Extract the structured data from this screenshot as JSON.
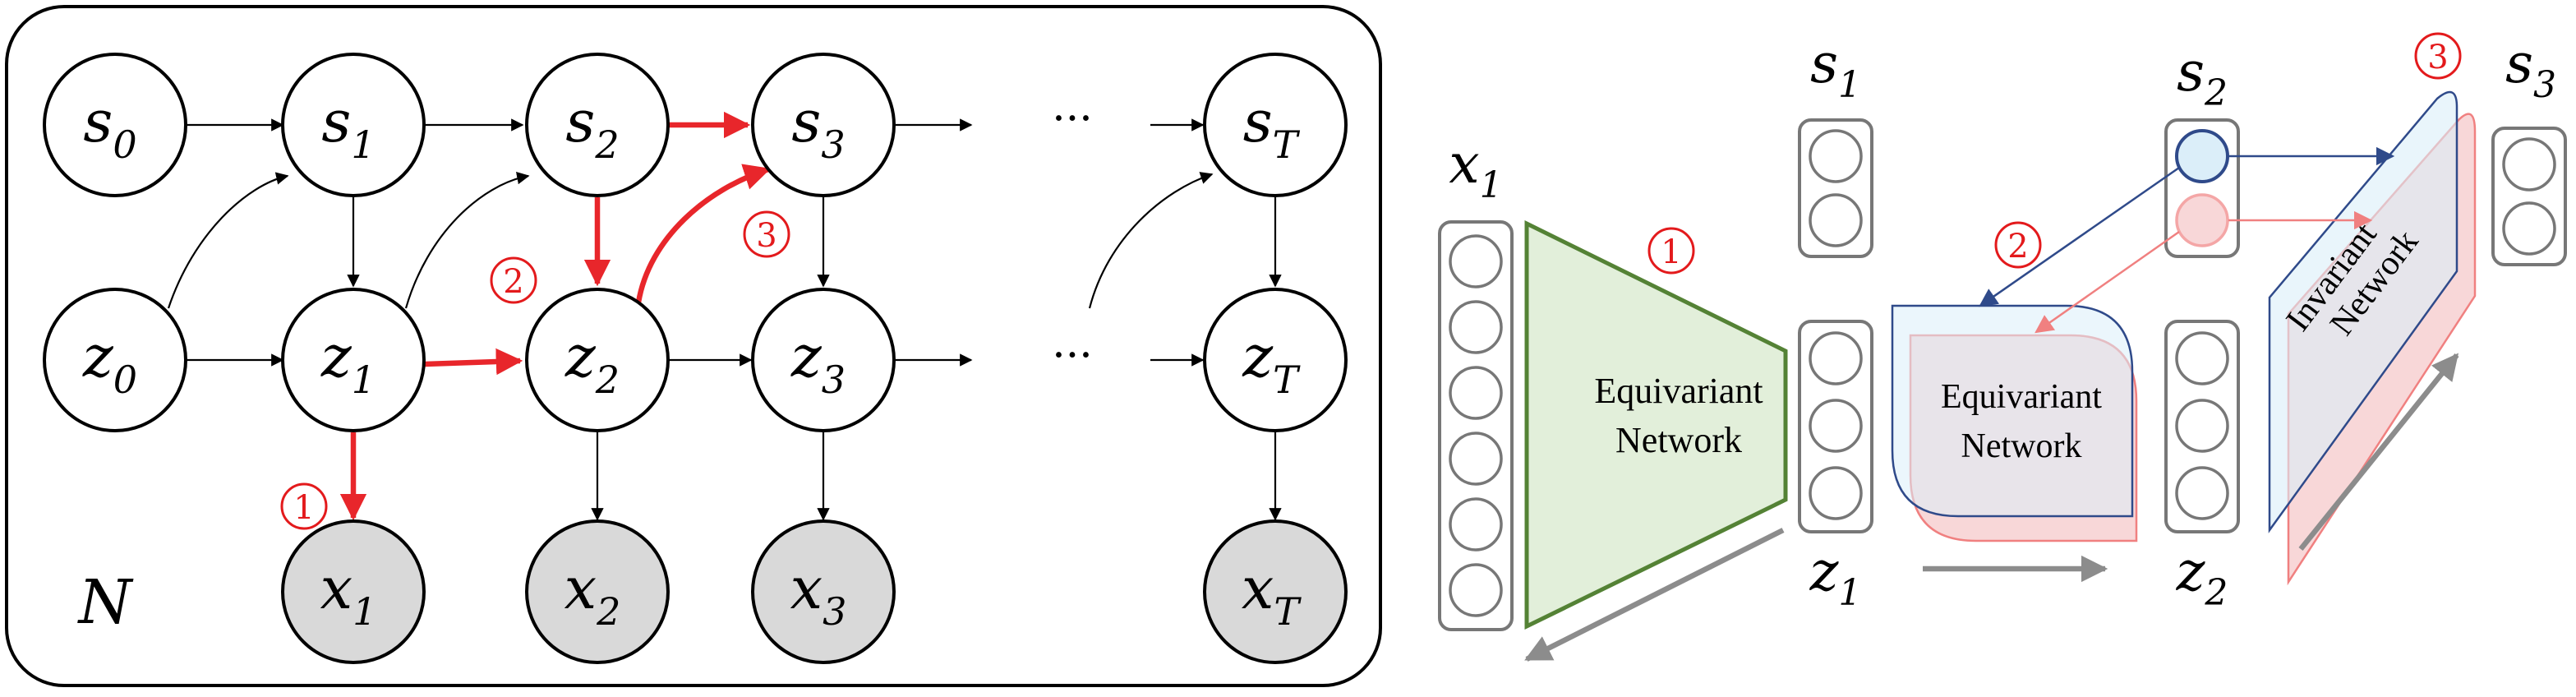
{
  "graphical_model": {
    "plate_label": "N",
    "nodes": [
      {
        "id": "s0",
        "base": "s",
        "sub": "0",
        "observed": false
      },
      {
        "id": "s1",
        "base": "s",
        "sub": "1",
        "observed": false
      },
      {
        "id": "s2",
        "base": "s",
        "sub": "2",
        "observed": false
      },
      {
        "id": "s3",
        "base": "s",
        "sub": "3",
        "observed": false
      },
      {
        "id": "sT",
        "base": "s",
        "sub": "T",
        "observed": false
      },
      {
        "id": "z0",
        "base": "z",
        "sub": "0",
        "observed": false
      },
      {
        "id": "z1",
        "base": "z",
        "sub": "1",
        "observed": false
      },
      {
        "id": "z2",
        "base": "z",
        "sub": "2",
        "observed": false
      },
      {
        "id": "z3",
        "base": "z",
        "sub": "3",
        "observed": false
      },
      {
        "id": "zT",
        "base": "z",
        "sub": "T",
        "observed": false
      },
      {
        "id": "x1",
        "base": "x",
        "sub": "1",
        "observed": true
      },
      {
        "id": "x2",
        "base": "x",
        "sub": "2",
        "observed": true
      },
      {
        "id": "x3",
        "base": "x",
        "sub": "3",
        "observed": true
      },
      {
        "id": "xT",
        "base": "x",
        "sub": "T",
        "observed": true
      }
    ],
    "ellipsis": "···",
    "step_markers": [
      "1",
      "2",
      "3"
    ]
  },
  "network_diagram": {
    "equivariant_label_line1": "Equivariant",
    "equivariant_label_line2": "Network",
    "invariant_label_line1": "Invariant",
    "invariant_label_line2": "Network",
    "labels": [
      {
        "base": "x",
        "sub": "1"
      },
      {
        "base": "s",
        "sub": "1"
      },
      {
        "base": "z",
        "sub": "1"
      },
      {
        "base": "s",
        "sub": "2"
      },
      {
        "base": "z",
        "sub": "2"
      },
      {
        "base": "s",
        "sub": "3"
      }
    ],
    "step_markers": [
      "1",
      "2",
      "3"
    ]
  },
  "colors": {
    "highlight_red": "#e8262b",
    "observed_fill": "#d9d9d9",
    "equivariant_fill": "#e2efda",
    "equivariant_stroke": "#548235",
    "blue_fill": "#dbeef9",
    "blue_stroke": "#2f4a8a",
    "pink_fill": "#f8d7d8",
    "pink_stroke": "#f08080",
    "gray_arrow": "#8c8c8c"
  }
}
